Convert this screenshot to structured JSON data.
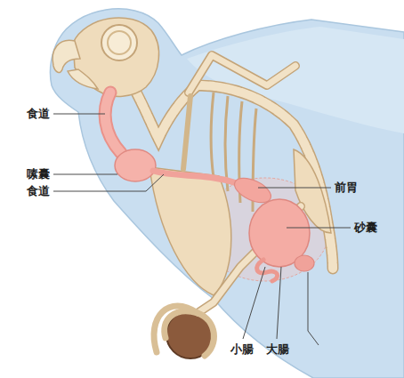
{
  "diagram": {
    "labels": [
      "食道",
      "嗉囊",
      "食道",
      "前胃",
      "砂囊",
      "小腸",
      "大腸"
    ]
  }
}
